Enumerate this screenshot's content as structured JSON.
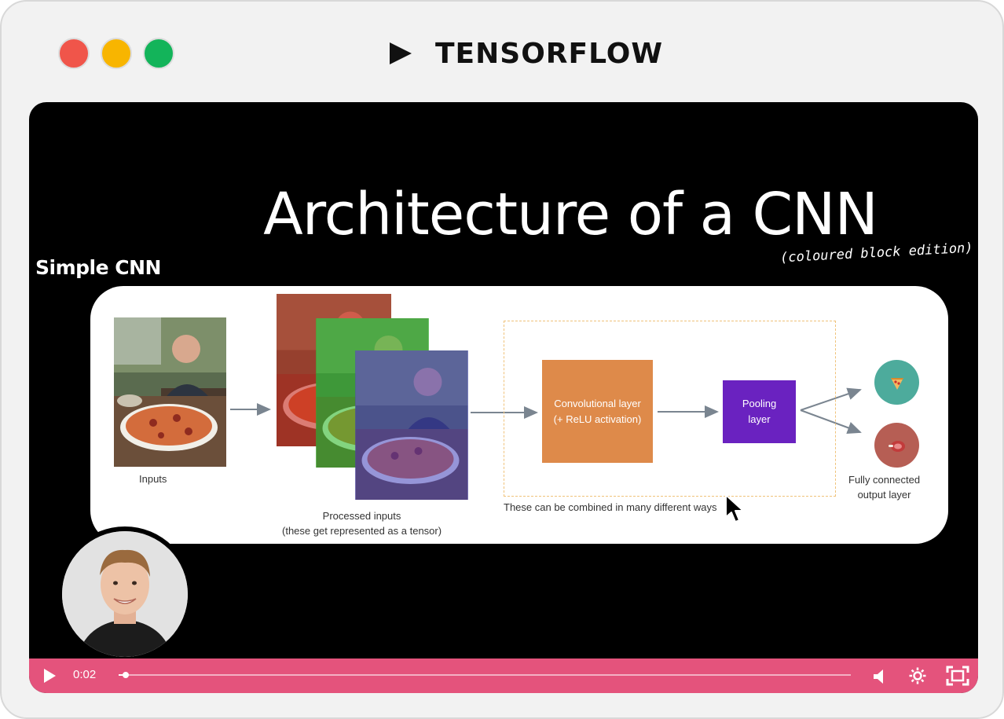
{
  "app": {
    "title": "TENSORFLOW"
  },
  "slide": {
    "title": "Architecture of a CNN",
    "subtitle": "(coloured block edition)",
    "section_label": "Simple CNN",
    "diagram": {
      "inputs_caption": "Inputs",
      "processed_caption_line1": "Processed inputs",
      "processed_caption_line2": "(these get represented as a tensor)",
      "conv_line1": "Convolutional layer",
      "conv_line2": "(+ ReLU activation)",
      "pool_line1": "Pooling",
      "pool_line2": "layer",
      "combine_caption": "These can be combined in many different ways",
      "output_line1": "Fully connected",
      "output_line2": "output layer",
      "output_icons": [
        "pizza-icon",
        "steak-icon"
      ]
    }
  },
  "player": {
    "current_time": "0:02",
    "progress_fraction": 0.01,
    "accent_color": "#e4537c",
    "controls": [
      "play-icon",
      "volume-icon",
      "gear-icon",
      "fullscreen-icon"
    ]
  }
}
